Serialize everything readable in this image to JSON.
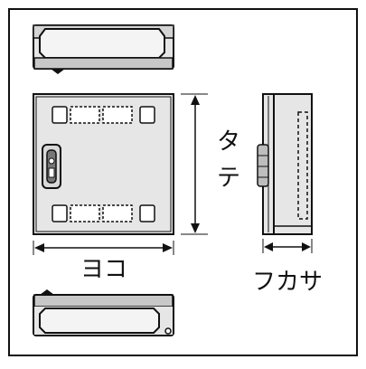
{
  "labels": {
    "height": "タテ",
    "width": "ヨコ",
    "depth": "フカサ"
  },
  "colors": {
    "stroke": "#111111",
    "panel": "#e6e6e6",
    "panel_dark": "#bdbdbd",
    "background": "#ffffff"
  }
}
